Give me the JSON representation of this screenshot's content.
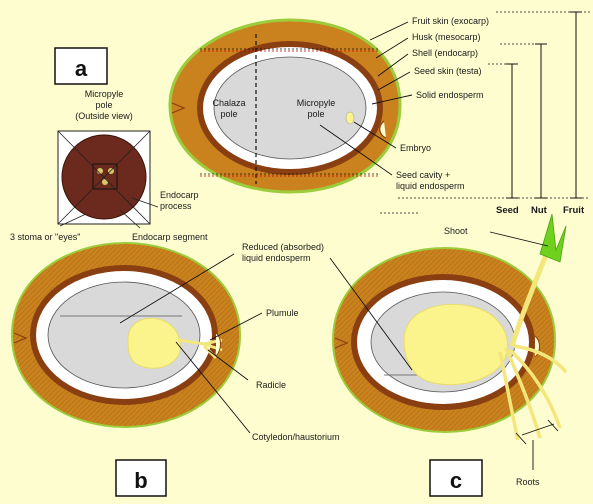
{
  "panels": {
    "a": "a",
    "b": "b",
    "c": "c"
  },
  "panel_a": {
    "micropyle_view_label": [
      "Micropyle",
      "pole",
      "(Outside view)"
    ],
    "endocarp_process": [
      "Endocarp",
      "process"
    ],
    "endocarp_segment": "Endocarp segment",
    "stoma_eyes": "3 stoma or \"eyes\"",
    "chalaza_pole": [
      "Chalaza",
      "pole"
    ],
    "micropyle_pole": [
      "Micropyle",
      "pole"
    ],
    "fruit_skin": "Fruit skin (exocarp)",
    "husk": "Husk (mesocarp)",
    "shell": "Shell (endocarp)",
    "seed_skin": "Seed skin (testa)",
    "solid_endosperm": "Solid endosperm",
    "embryo": "Embryo",
    "seed_cavity": [
      "Seed cavity +",
      "liquid endosperm"
    ],
    "seed": "Seed",
    "nut": "Nut",
    "fruit": "Fruit"
  },
  "panel_b": {
    "reduced_endosperm": [
      "Reduced (absorbed)",
      "liquid endosperm"
    ],
    "plumule": "Plumule",
    "radicle": "Radicle",
    "cotyledon": "Cotyledon/haustorium"
  },
  "panel_c": {
    "shoot": "Shoot",
    "roots": "Roots"
  },
  "colors": {
    "background": "#fefdd0",
    "husk": "#c9821e",
    "exocarp_edge": "#9ccc3c",
    "shell": "#8a3f12",
    "endosperm": "#ffffff",
    "cavity": "#d9d9d9",
    "embryo": "#fbf48c",
    "shoot": "#6fd11e",
    "micropyle_disc": "#6b2a1d"
  }
}
